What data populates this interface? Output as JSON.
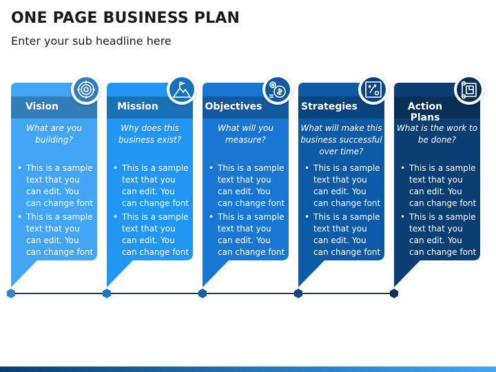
{
  "header": {
    "title": "ONE PAGE BUSINESS PLAN",
    "subtitle": "Enter your sub headline here"
  },
  "cards": [
    {
      "title": "Vision",
      "question": "What are you building?",
      "color": "#42a5f5",
      "icon": "target-icon",
      "bullets": [
        "This is a sample text that you can edit. You can change font",
        "This is a sample text that you can edit. You can change font"
      ]
    },
    {
      "title": "Mission",
      "question": "Why does this business exist?",
      "color": "#2196f3",
      "icon": "mountain-flag-icon",
      "bullets": [
        "This is a sample text that you can edit. You can change font",
        "This is a sample text that you can edit. You can change font"
      ]
    },
    {
      "title": "Objectives",
      "question": "What will you measure?",
      "color": "#1976d2",
      "icon": "money-gear-icon",
      "bullets": [
        "This is a sample text that you can edit. You can change font",
        "This is a sample text that you can edit. You can change font"
      ]
    },
    {
      "title": "Strategies",
      "question": "What will make this business successful over time?",
      "color": "#0d5aa7",
      "icon": "strategy-board-icon",
      "bullets": [
        "This is a sample text that you can edit. You can change font",
        "This is a sample text that you can edit. You can change font"
      ]
    },
    {
      "title": "Action Plans",
      "question": "What is the work to be done?",
      "color": "#0b3f73",
      "icon": "blueprint-icon",
      "bullets": [
        "This is a sample text that you can edit. You can change font",
        "This is a sample text that you can edit. You can change font"
      ]
    }
  ],
  "colors": {
    "title_text": "#1a1a1a",
    "timeline": "#1a3a60",
    "footer_gradient_start": "#0b3f73",
    "footer_gradient_end": "#42a5f5"
  }
}
